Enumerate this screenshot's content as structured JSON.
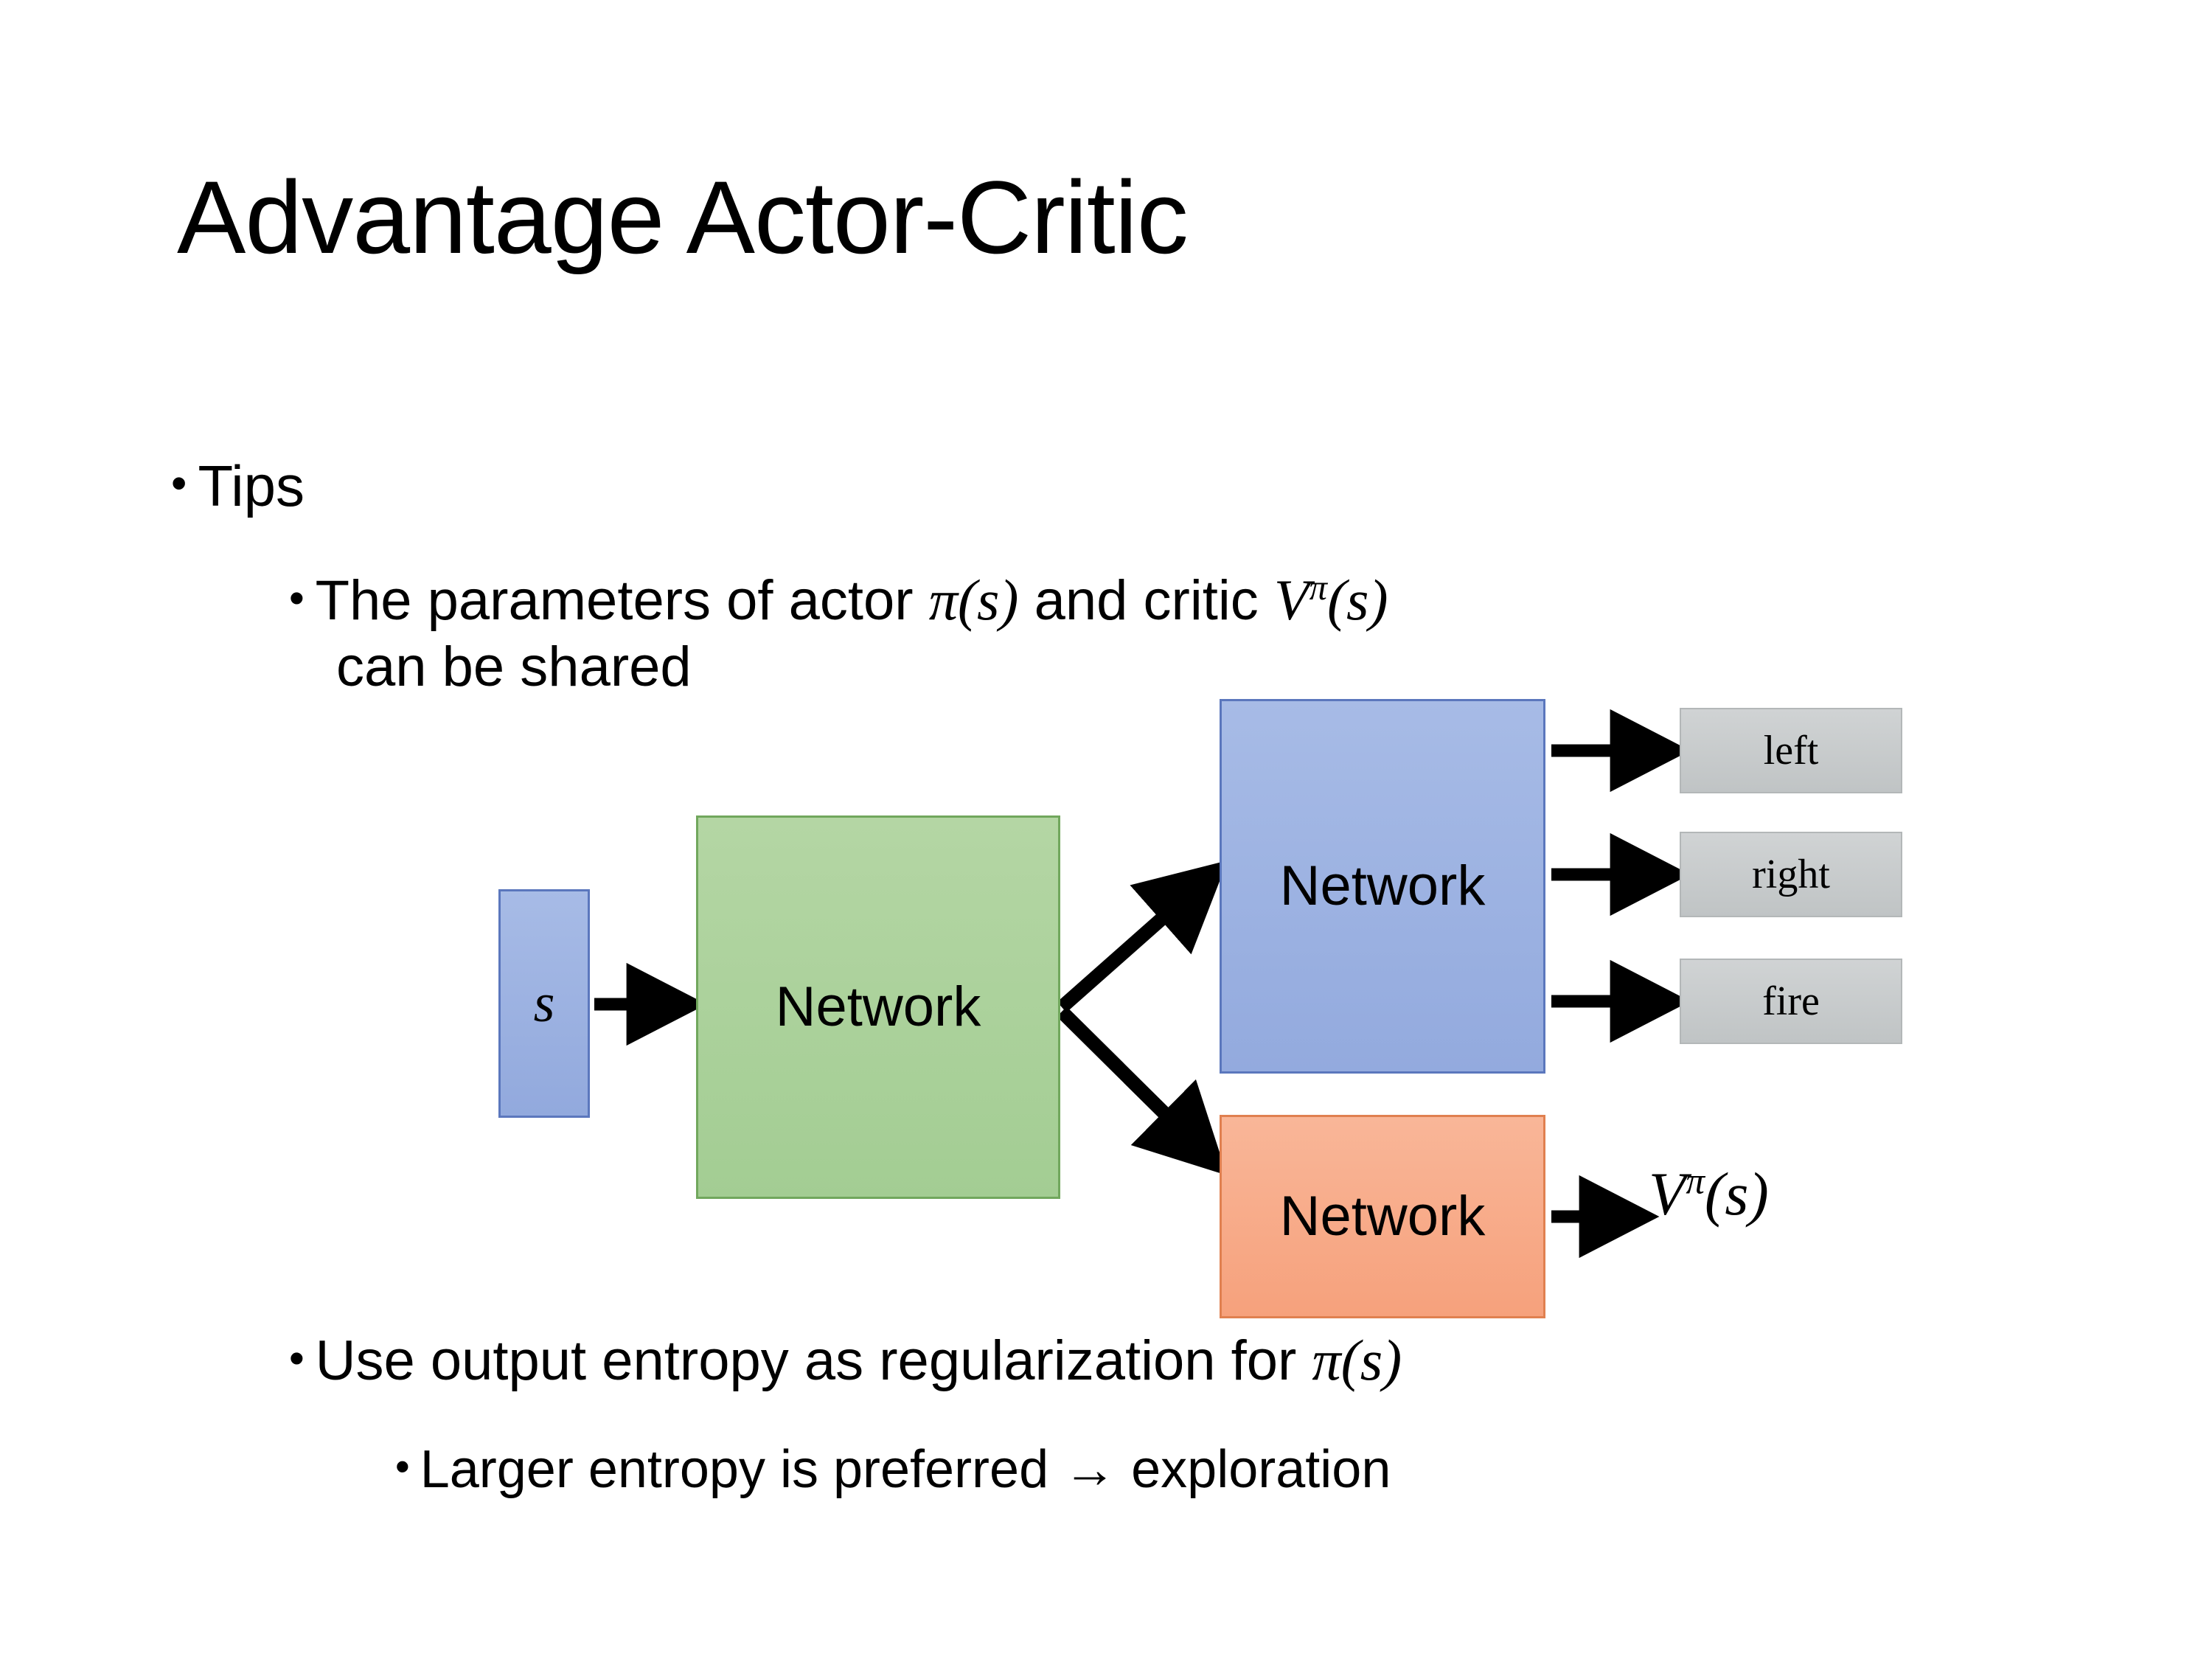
{
  "slide": {
    "title": "Advantage Actor-Critic",
    "background_color": "#ffffff",
    "text_color": "#000000"
  },
  "bullets": {
    "tips": "Tips",
    "shared_params_line1_a": "The parameters of actor ",
    "shared_params_math_actor": "π(s)",
    "shared_params_line1_b": "  and critic ",
    "shared_params_math_critic_V": "V",
    "shared_params_math_critic_sup": "π",
    "shared_params_math_critic_arg": "(s)",
    "shared_params_line2": "can be shared",
    "entropy_a": "Use output entropy as regularization for ",
    "entropy_math": "π(s)",
    "larger_entropy": "Larger entropy is preferred → exploration"
  },
  "diagram": {
    "state_label": "s",
    "shared_network_label": "Network",
    "actor_network_label": "Network",
    "critic_network_label": "Network",
    "actions": [
      {
        "label": "left"
      },
      {
        "label": "right"
      },
      {
        "label": "fire"
      }
    ],
    "critic_output_V": "V",
    "critic_output_sup": "π",
    "critic_output_arg": "(s)",
    "colors": {
      "state_fill": "#9cb3e0",
      "state_border": "#5b77bd",
      "shared_fill": "#afd39e",
      "shared_border": "#71a75d",
      "actor_fill": "#9cb3e0",
      "actor_border": "#5b77bd",
      "critic_fill": "#f8ae89",
      "critic_border": "#e08050",
      "action_fill": "#c8cbcc",
      "action_border": "#b3b7b8",
      "arrow": "#000000"
    }
  }
}
